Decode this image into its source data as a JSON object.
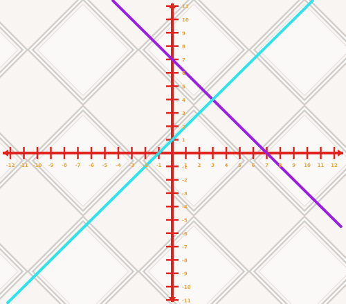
{
  "diagram": {
    "type": "coordinate-plane",
    "x_range": [
      -12,
      12
    ],
    "y_range": [
      -11,
      11
    ],
    "axes_color": "#e0231c",
    "tick_label_color": "#e8a33a",
    "x_tick_labels": [
      "-12",
      "-11",
      "-10",
      "-9",
      "-8",
      "-7",
      "-6",
      "-5",
      "-4",
      "-3",
      "-2",
      "-1",
      "1",
      "2",
      "3",
      "4",
      "5",
      "6",
      "7",
      "8",
      "9",
      "10",
      "11",
      "12"
    ],
    "y_tick_labels": [
      "11",
      "10",
      "9",
      "8",
      "7",
      "6",
      "5",
      "4",
      "3",
      "2",
      "1",
      "-1",
      "-2",
      "-3",
      "-4",
      "-5",
      "-6",
      "-7",
      "-8",
      "-9",
      "-10",
      "-11"
    ],
    "lines": [
      {
        "color": "#9b1fe0",
        "slope": -1,
        "intercept": 7
      },
      {
        "color": "#2fe3ea",
        "slope": 1,
        "intercept": 1
      }
    ],
    "background": "white diamond tile pattern"
  }
}
